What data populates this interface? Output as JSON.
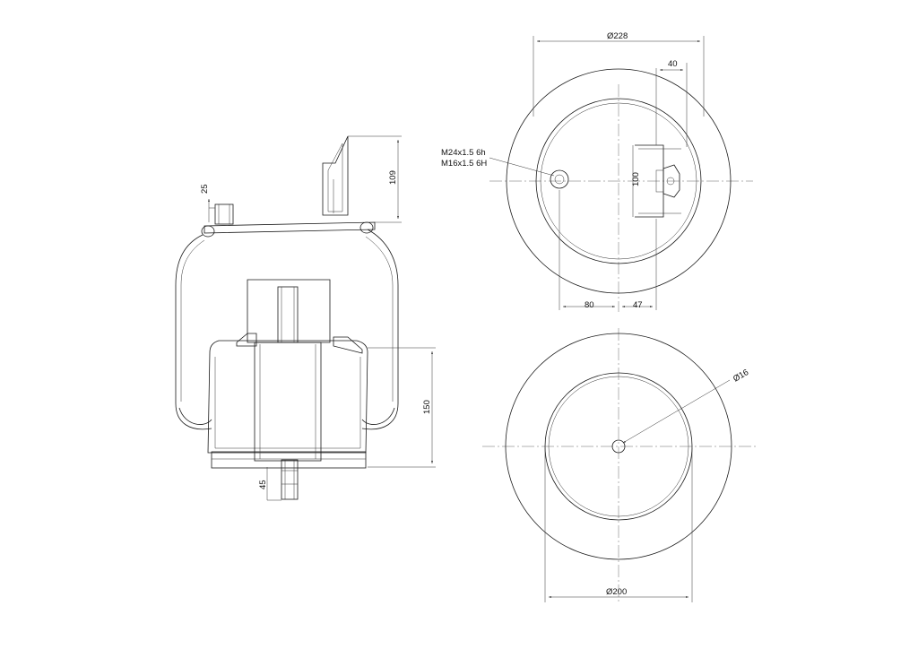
{
  "drawing": {
    "side_view": {
      "dim_top_port": "25",
      "dim_top_bracket": "109",
      "dim_piston_height": "150",
      "dim_bottom_stud": "45"
    },
    "top_view": {
      "dim_outer_diameter": "Ø228",
      "dim_bracket_offset": "40",
      "dim_bracket_width": "100",
      "dim_port_offset": "80",
      "dim_bracket_center": "47",
      "thread_note_1": "M24x1.5 6h",
      "thread_note_2": "M16x1.5 6H"
    },
    "bottom_view": {
      "dim_hole": "Ø16",
      "dim_base_diameter": "Ø200"
    }
  }
}
